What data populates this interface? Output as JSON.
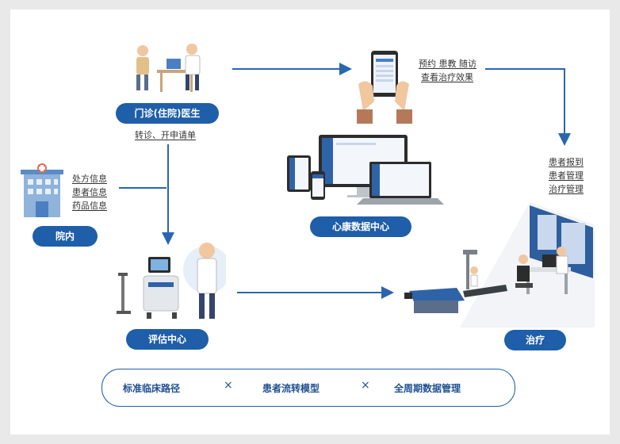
{
  "doctor_office": {
    "label": "门诊(住院)医生",
    "note": "转诊、开申请单"
  },
  "hospital": {
    "label": "院内",
    "items": [
      "处方信息",
      "患者信息",
      "药品信息"
    ]
  },
  "patient_app": {
    "lines": [
      "预约 患教 随访",
      "查看治疗效果"
    ]
  },
  "data_center": {
    "label": "心康数据中心"
  },
  "treatment": {
    "label": "治疗",
    "items": [
      "患者报到",
      "患者管理",
      "治疗管理"
    ]
  },
  "assessment": {
    "label": "评估中心"
  },
  "bottom_bar": {
    "items": [
      "标准临床路径",
      "患者流转模型",
      "全周期数据管理"
    ],
    "separator": "×"
  },
  "colors": {
    "accent": "#1f5ea8",
    "arrow": "#2a66b0"
  }
}
